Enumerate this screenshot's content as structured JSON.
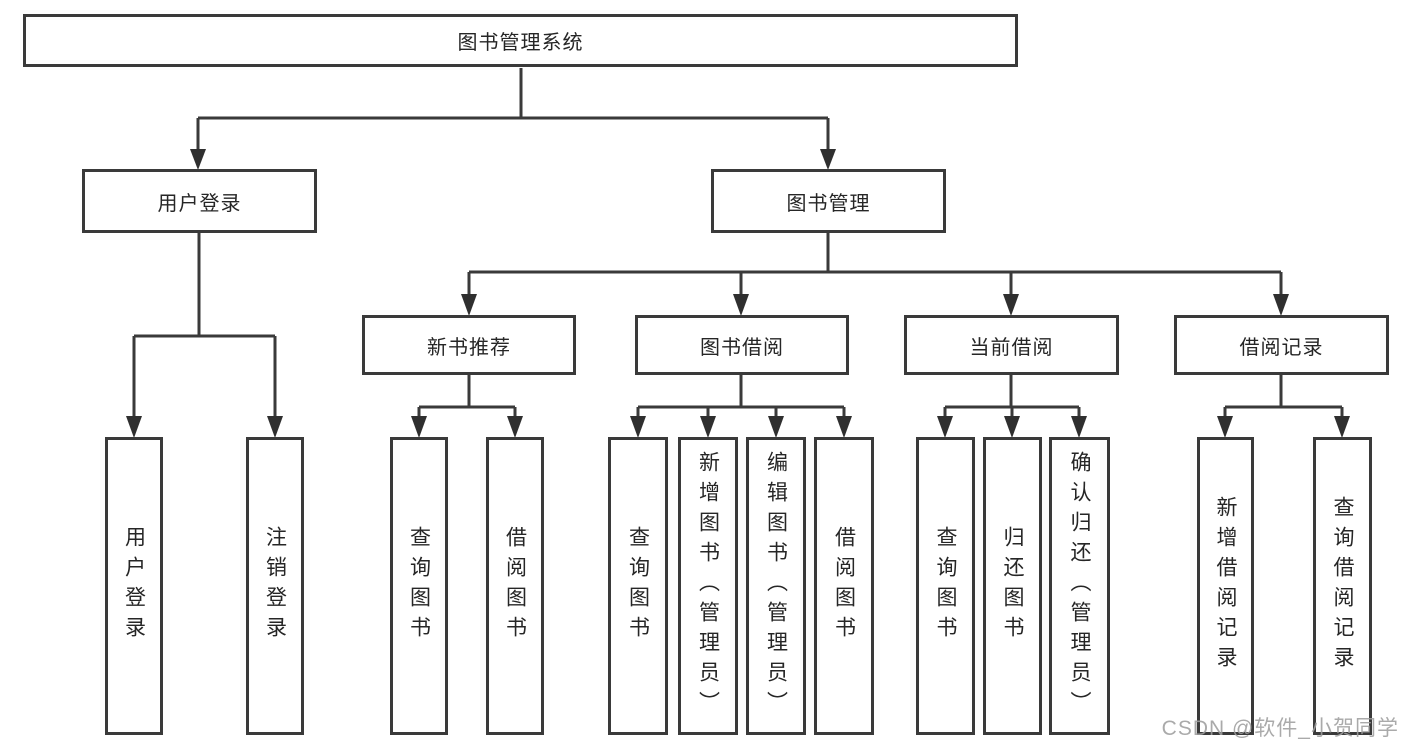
{
  "tree": {
    "root": {
      "label": "图书管理系统"
    },
    "branches": [
      {
        "label": "用户登录",
        "leaves": [
          "用户登录",
          "注销登录"
        ]
      },
      {
        "label": "图书管理",
        "groups": [
          {
            "label": "新书推荐",
            "leaves": [
              "查询图书",
              "借阅图书"
            ]
          },
          {
            "label": "图书借阅",
            "leaves": [
              "查询图书",
              "新增图书（管理员）",
              "编辑图书（管理员）",
              "借阅图书"
            ]
          },
          {
            "label": "当前借阅",
            "leaves": [
              "查询图书",
              "归还图书",
              "确认归还（管理员）"
            ]
          },
          {
            "label": "借阅记录",
            "leaves": [
              "新增借阅记录",
              "查询借阅记录"
            ]
          }
        ]
      }
    ]
  },
  "watermark": {
    "text": "CSDN @软件_小贺同学"
  },
  "colors": {
    "line": "#3a3a3a",
    "arrow": "#2f2f2f",
    "text": "#262626",
    "watermark": "#9e9e9e",
    "background": "#ffffff"
  }
}
